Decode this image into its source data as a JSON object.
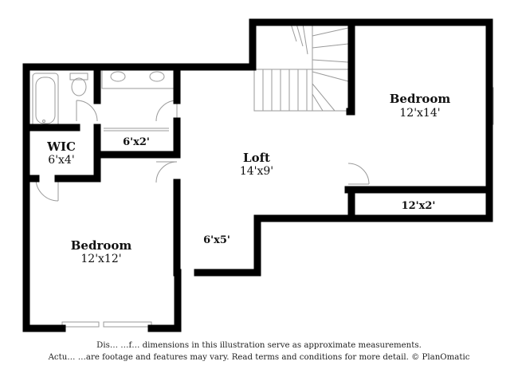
{
  "rooms": {
    "bedroom_right": {
      "name": "Bedroom",
      "dims": "12'x14'"
    },
    "bedroom_left": {
      "name": "Bedroom",
      "dims": "12'x12'"
    },
    "loft": {
      "name": "Loft",
      "dims": "14'x9'"
    },
    "wic": {
      "name": "WIC",
      "dims": "6'x4'"
    },
    "closet_hall": {
      "dims": "6'x2'"
    },
    "closet_right": {
      "dims": "12'x2'"
    },
    "landing": {
      "dims": "6'x5'"
    }
  },
  "disclaimer": {
    "line1": "Dis…  …f…          dimensions in this illustration serve as approximate measurements.",
    "line2": "Actu…  …are footage and features may vary. Read terms and conditions for more detail. © PlanOmatic"
  },
  "colors": {
    "wall": "#000000",
    "fixture_line": "#9a9a9a",
    "background": "#ffffff"
  }
}
